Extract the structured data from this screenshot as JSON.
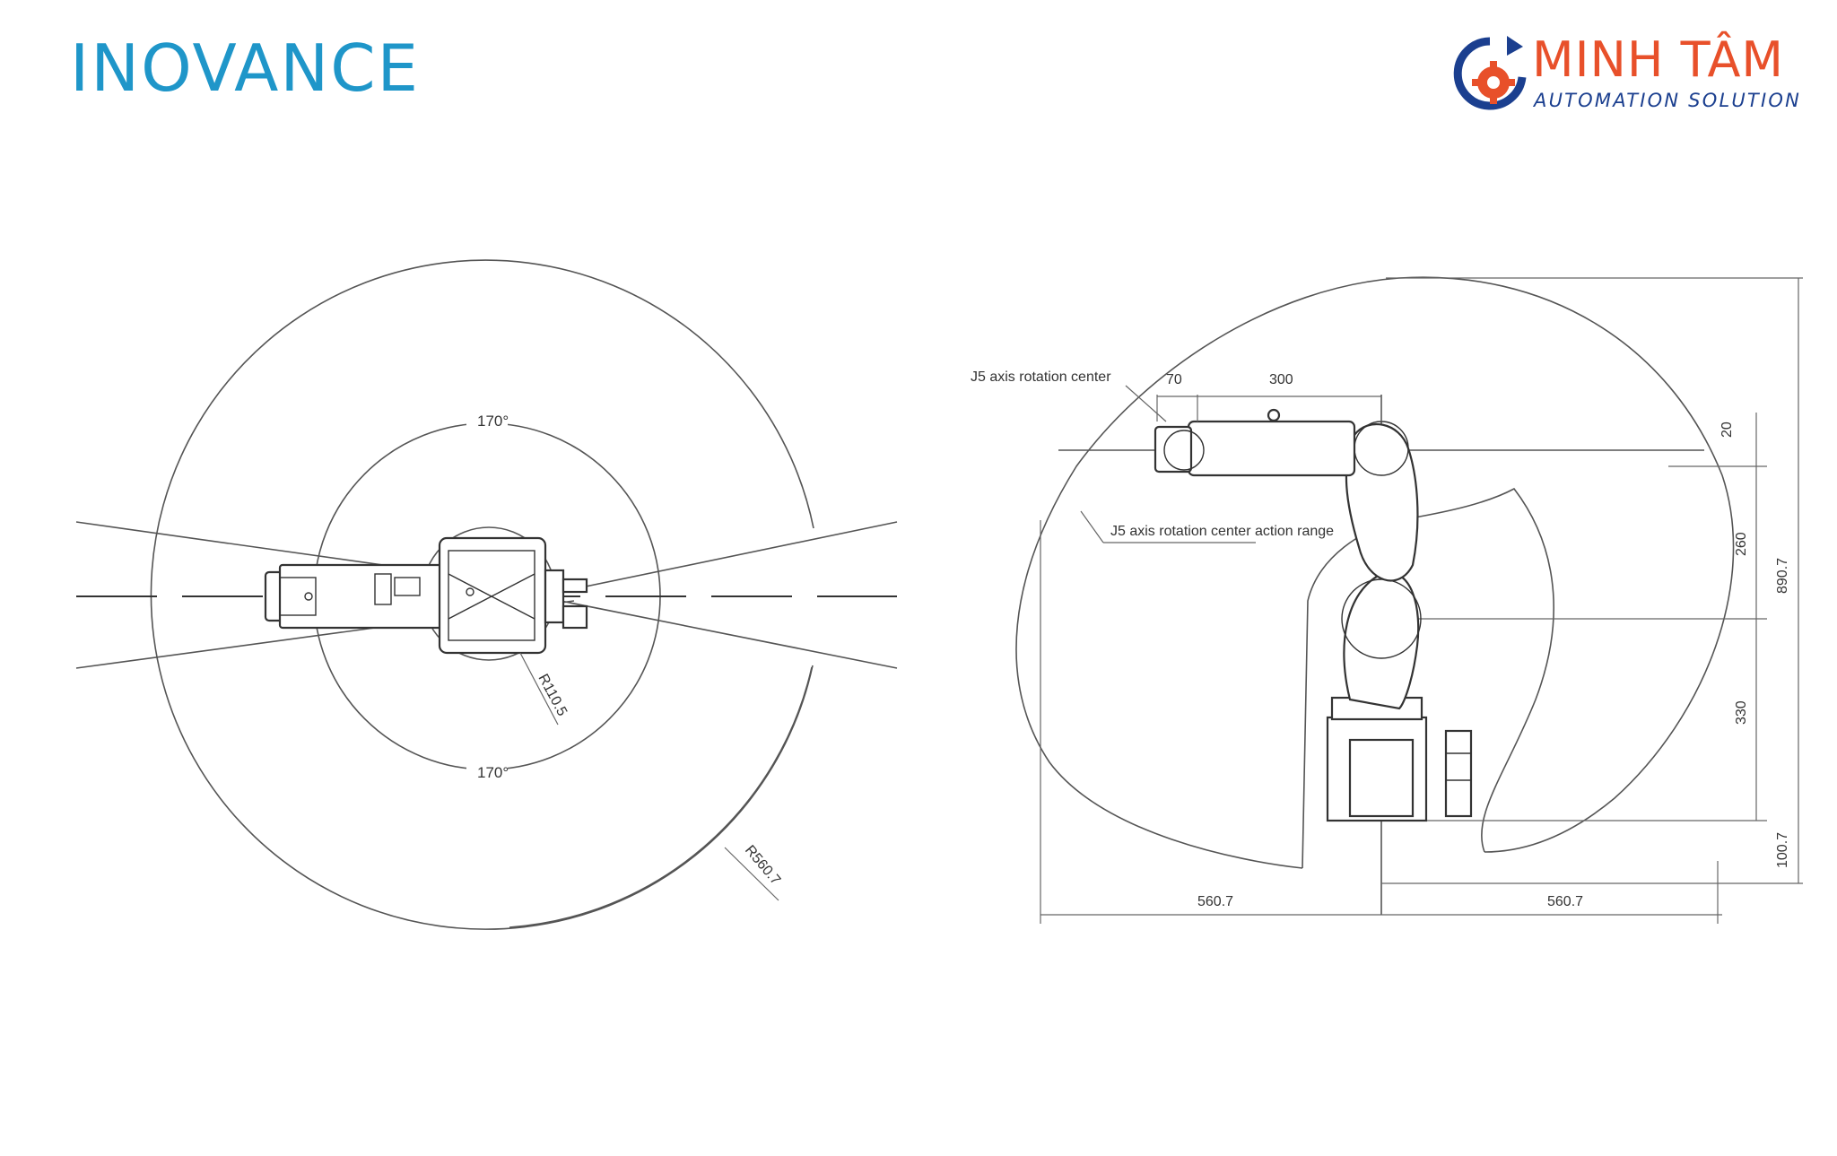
{
  "logos": {
    "left_brand": "INOVANCE",
    "right_brand_name": "MINH TÂM",
    "right_brand_tagline": "AUTOMATION SOLUTION"
  },
  "colors": {
    "inovance_blue": "#1f96c9",
    "minhtam_orange": "#e8502a",
    "minhtam_navy": "#1b3f8f"
  },
  "top_view": {
    "angle_top": "170°",
    "angle_bottom": "170°",
    "radius_inner": "R110.5",
    "radius_outer": "R560.7"
  },
  "side_view": {
    "label_j5_center": "J5 axis rotation center",
    "label_j5_range": "J5 axis rotation center action range",
    "dim_70": "70",
    "dim_300": "300",
    "dim_20": "20",
    "dim_260": "260",
    "dim_330": "330",
    "dim_890_7": "890.7",
    "dim_100_7": "100.7",
    "dim_left_560_7": "560.7",
    "dim_right_560_7": "560.7"
  }
}
